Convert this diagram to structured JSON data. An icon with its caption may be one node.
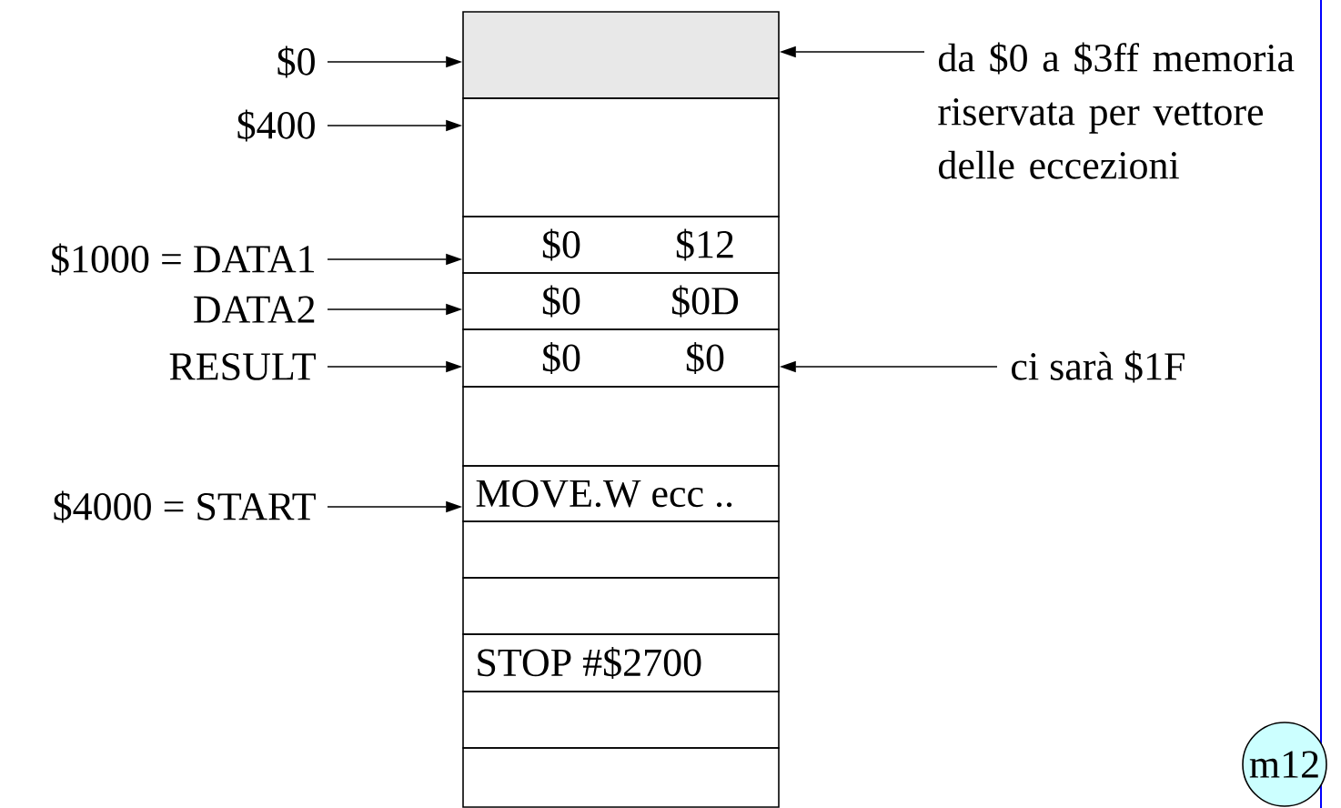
{
  "diagram": {
    "nodes": [
      {
        "text": [],
        "shape": "box"
      },
      {
        "text": [],
        "shape": "box"
      },
      {
        "text": [
          "$0",
          "$12"
        ]
      },
      {
        "text": [
          "$0",
          "$0D"
        ]
      },
      {
        "text": [
          "$0",
          "$0"
        ]
      },
      {
        "text": [],
        "shape": "box"
      },
      {
        "text": [
          "MOVE.W ecc .."
        ]
      },
      {
        "text": [],
        "shape": "box"
      },
      {
        "text": [],
        "shape": "box"
      },
      {
        "text": [
          "STOP #$2700"
        ]
      },
      {
        "text": [],
        "shape": "box"
      },
      {
        "text": [],
        "shape": "box"
      },
      {
        "text": [
          "$0"
        ]
      },
      {
        "text": [
          "$400"
        ]
      },
      {
        "text": [
          "$1000 = DATA1"
        ]
      },
      {
        "text": [
          "DATA2"
        ]
      },
      {
        "text": [
          "RESULT"
        ]
      },
      {
        "text": [
          "$4000 = START"
        ]
      },
      {
        "text": [
          "da $0 a $3ff memoria riservata per vettore delle eccezioni"
        ]
      },
      {
        "text": [
          "ci sarà $1F"
        ]
      },
      {
        "text": [
          "m12"
        ]
      }
    ],
    "edges": [
      {
        "from": 12,
        "to": 0,
        "arrow": "to"
      },
      {
        "from": 13,
        "to": 1,
        "arrow": "to"
      },
      {
        "from": 14,
        "to": 2,
        "arrow": "to"
      },
      {
        "from": 15,
        "to": 3,
        "arrow": "to"
      },
      {
        "from": 16,
        "to": 4,
        "arrow": "to"
      },
      {
        "from": 17,
        "to": 6,
        "arrow": "to"
      },
      {
        "from": 18,
        "to": 0,
        "arrow": "to"
      },
      {
        "from": 19,
        "to": 4,
        "arrow": "to"
      }
    ]
  }
}
